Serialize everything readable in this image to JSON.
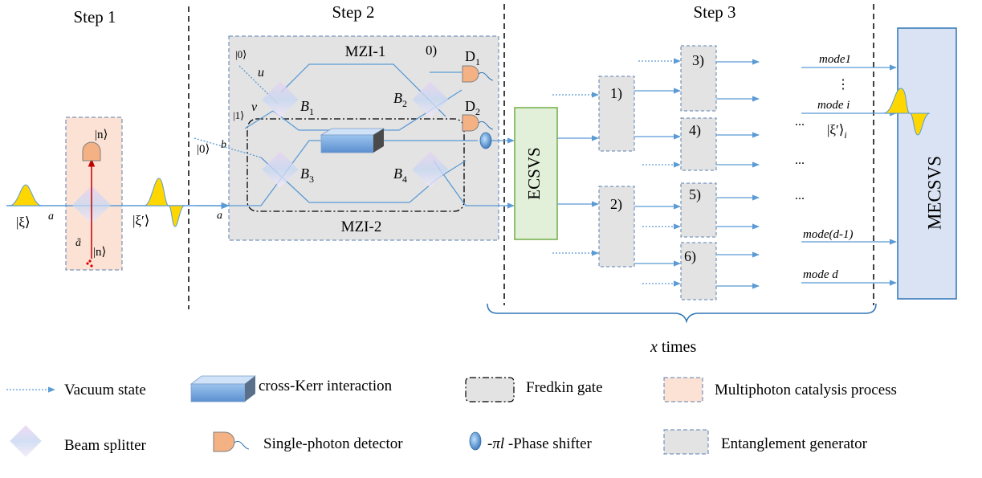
{
  "steps": {
    "step1": "Step 1",
    "step2": "Step 2",
    "step3": "Step 3"
  },
  "step1": {
    "input_state": "|ξ⟩",
    "mode_a": "a",
    "photon_top": "|n⟩",
    "mode_a_tilde": "ã",
    "photon_bottom": "|n⟩",
    "output_state": "|ξ′⟩"
  },
  "step2": {
    "mzi1": "MZI-1",
    "mzi2": "MZI-2",
    "box_label": "0)",
    "ket0_top": "|0⟩",
    "mode_u": "u",
    "ket1": "|1⟩",
    "mode_v": "v",
    "ket0_b": "|0⟩",
    "mode_b": "b",
    "mode_a": "a",
    "b1": "B",
    "b1_sub": "1",
    "b2": "B",
    "b2_sub": "2",
    "b3": "B",
    "b3_sub": "3",
    "b4": "B",
    "b4_sub": "4",
    "d1": "D",
    "d1_sub": "1",
    "d2": "D",
    "d2_sub": "2"
  },
  "ecsvs": "ECSVS",
  "mecsvs": "MECSVS",
  "generators": [
    "1)",
    "2)",
    "3)",
    "4)",
    "5)",
    "6)"
  ],
  "modes": {
    "mode1": "mode1",
    "vdots": "⋮",
    "mode_i": "mode i",
    "mode_i_state": "|ξ′⟩",
    "mode_i_sub": "i",
    "mode_dm1": "mode(d-1)",
    "mode_d": "mode d"
  },
  "ellipses": [
    "...",
    "...",
    "..."
  ],
  "x_times": {
    "x": "x",
    "times": " times"
  },
  "legend": {
    "vacuum": "Vacuum state",
    "kerr": "cross-Kerr interaction",
    "fredkin": "Fredkin gate",
    "catalysis": "Multiphoton catalysis process",
    "beam_splitter": "Beam splitter",
    "detector": "Single-photon detector",
    "phase_neg": "-",
    "phase_pi_l": "πl",
    "phase_rest": " -Phase shifter",
    "entanglement": "Entanglement generator"
  },
  "colors": {
    "line": "#5b9bd5",
    "gray_box": "#e3e3e3",
    "peach": "#fbe2d4",
    "ecsvs_fill": "#e2efd9",
    "ecsvs_border": "#70ad47",
    "mecsvs_fill": "#dae3f3",
    "mecsvs_border": "#2e75b6",
    "yellow": "#ffd700",
    "detector": "#f4b183",
    "arrow_red": "#c00000"
  }
}
